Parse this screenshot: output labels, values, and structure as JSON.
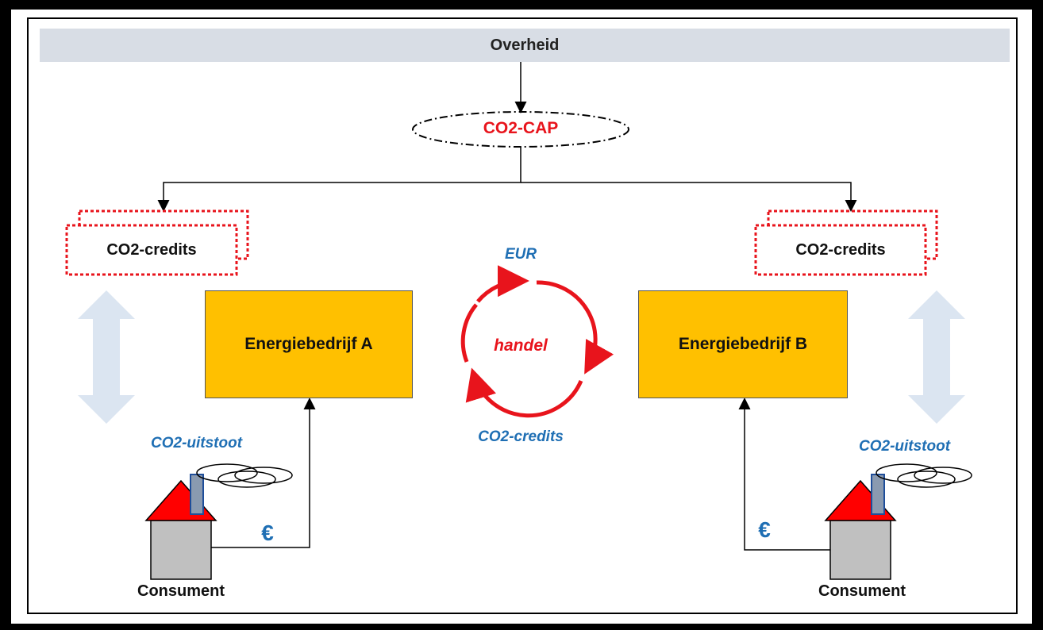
{
  "government": {
    "label": "Overheid"
  },
  "cap": {
    "label": "CO2-CAP"
  },
  "left": {
    "credits_label": "CO2-credits",
    "company_label": "Energiebedrijf A",
    "emission_label": "CO2-uitstoot",
    "payment_symbol": "€",
    "consumer_label": "Consument"
  },
  "right": {
    "credits_label": "CO2-credits",
    "company_label": "Energiebedrijf B",
    "emission_label": "CO2-uitstoot",
    "payment_symbol": "€",
    "consumer_label": "Consument"
  },
  "trade": {
    "top_label": "EUR",
    "center_label": "handel",
    "bottom_label": "CO2-credits"
  },
  "colors": {
    "banner": "#d8dde5",
    "company": "#ffc000",
    "accent_red": "#e8141c",
    "accent_blue": "#1f6fb4",
    "arrow_light": "#dbe5f1",
    "house_wall": "#c0c0c0",
    "chimney": "#8a9ab0"
  },
  "icons": {
    "vertical_arrow": "double-headed-arrow-icon",
    "cycle": "circular-arrows-icon",
    "house": "house-icon",
    "smoke": "smoke-icon"
  }
}
